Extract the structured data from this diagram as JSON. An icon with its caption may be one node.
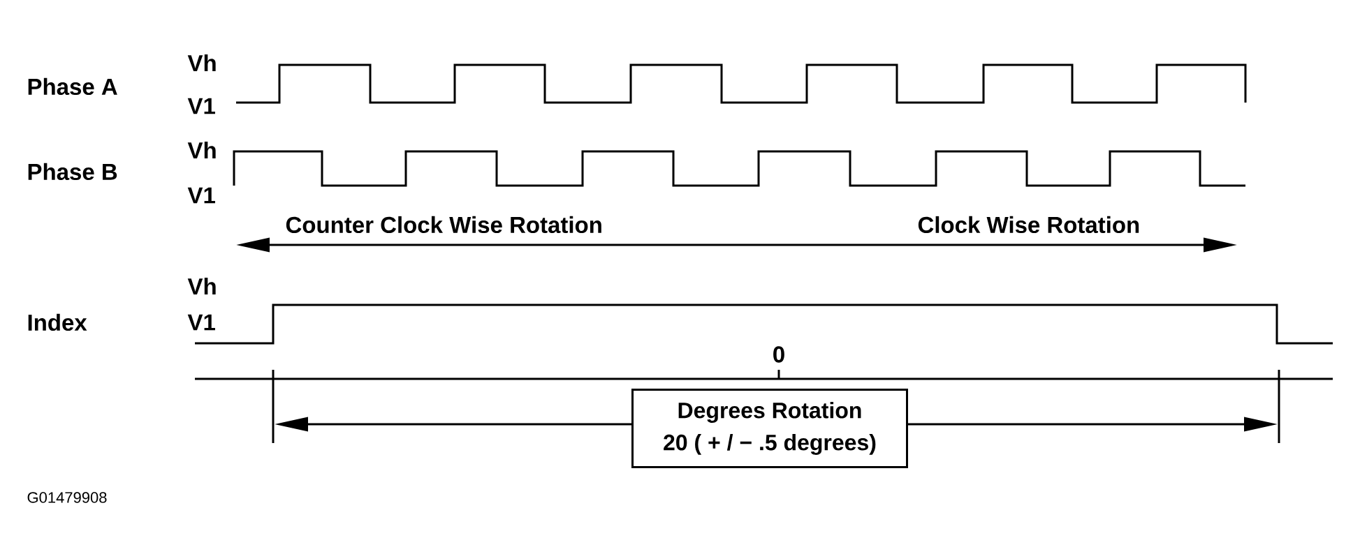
{
  "diagram": {
    "nodes": [
      {
        "text": [
          "Degrees Rotation",
          "20 ( + / − .5 degrees)"
        ]
      }
    ],
    "labels": [
      "Vh",
      "Phase A",
      "V1",
      "Vh",
      "Phase B",
      "V1",
      "Counter Clock Wise Rotation",
      "Clock Wise Rotation",
      "Vh",
      "Index",
      "V1",
      "0",
      "G01479908"
    ]
  }
}
